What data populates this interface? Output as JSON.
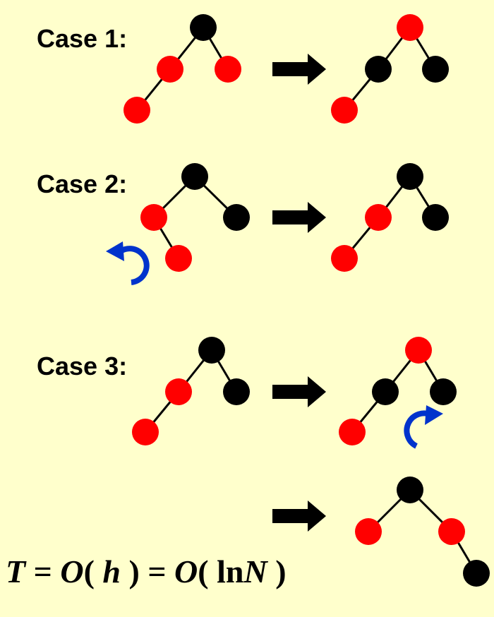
{
  "colors": {
    "background": "#ffffcc",
    "red_node": "#ff0000",
    "black_node": "#000000",
    "rotation_arrow": "#0033cc",
    "edge": "#000000",
    "transition_arrow": "#000000"
  },
  "cases": [
    {
      "label": "Case 1:",
      "before": {
        "root": "black",
        "left": "red",
        "right": "red",
        "left_left": "red"
      },
      "after": {
        "root": "red",
        "left": "black",
        "right": "black",
        "left_left": "red"
      }
    },
    {
      "label": "Case 2:",
      "before": {
        "root": "black",
        "left": "red",
        "right": "black",
        "left_right": "red",
        "rotation": "counter-clockwise"
      },
      "after": {
        "root": "black",
        "left": "red",
        "right": "black",
        "left_left": "red"
      }
    },
    {
      "label": "Case 3:",
      "before": {
        "root": "black",
        "left": "red",
        "right": "black",
        "left_left": "red"
      },
      "after": {
        "root": "red",
        "left": "black",
        "right": "black",
        "left_left": "red",
        "rotation": "clockwise"
      },
      "result": {
        "root": "black",
        "left": "red",
        "right": "red",
        "right_right": "black"
      }
    }
  ],
  "formula": {
    "T": "T",
    "eq1": " = ",
    "O1": "O",
    "open1": "( ",
    "h": "h",
    "close1": " )",
    "eq2": " = ",
    "O2": "O",
    "open2": "( ",
    "ln": "ln",
    "N": "N",
    "close2": " )"
  }
}
